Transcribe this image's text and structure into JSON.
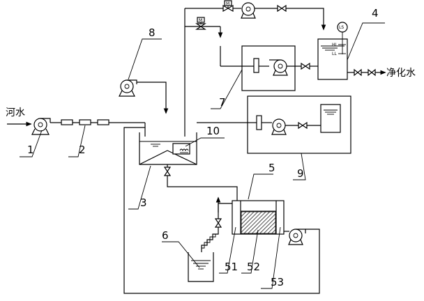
{
  "labels": {
    "inlet": "河水",
    "outlet": "净化水",
    "n1": "1",
    "n2": "2",
    "n3": "3",
    "n4": "4",
    "n5": "5",
    "n6": "6",
    "n7": "7",
    "n8": "8",
    "n9": "9",
    "n10": "10",
    "n51": "51",
    "n52": "52",
    "n53": "53",
    "m1": "M",
    "m2": "M",
    "ls": "LS",
    "hl": "HL",
    "ll": "LL"
  }
}
